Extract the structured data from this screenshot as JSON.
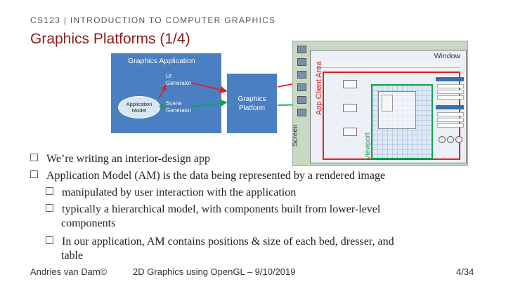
{
  "slide": {
    "course_header": "CS123 | INTRODUCTION TO COMPUTER GRAPHICS",
    "title": "Graphics Platforms (1/4)"
  },
  "diagram": {
    "graphics_application": "Graphics Application",
    "ui_generator": "UI Generator",
    "scene_generator": "Scene Generator",
    "application_model": "Application Model",
    "graphics_platform": "Graphics Platform",
    "arrow_colors": {
      "ui": "#e02020",
      "scene": "#16a050"
    }
  },
  "screen_mockup": {
    "screen_label": "Screen",
    "window_label": "Window",
    "client_area_label": "App Client Area",
    "viewport_label": "Viewport"
  },
  "bullets": [
    {
      "level": 1,
      "text": "We’re writing an interior-design app"
    },
    {
      "level": 1,
      "text": "Application Model (AM) is the data being represented by a rendered image"
    },
    {
      "level": 2,
      "text": "manipulated by user interaction with the application"
    },
    {
      "level": 2,
      "text": "typically a hierarchical model, with components built from lower-level"
    },
    {
      "level": 2,
      "text": "components",
      "continuation": true
    },
    {
      "level": 2,
      "text": "In our application, AM contains positions & size of each bed, dresser, and"
    },
    {
      "level": 2,
      "text": "table",
      "continuation": true
    }
  ],
  "footer": {
    "author": "Andries van Dam©",
    "lecture": "2D Graphics using OpenGL – 9/10/2019",
    "page": "4/34"
  }
}
